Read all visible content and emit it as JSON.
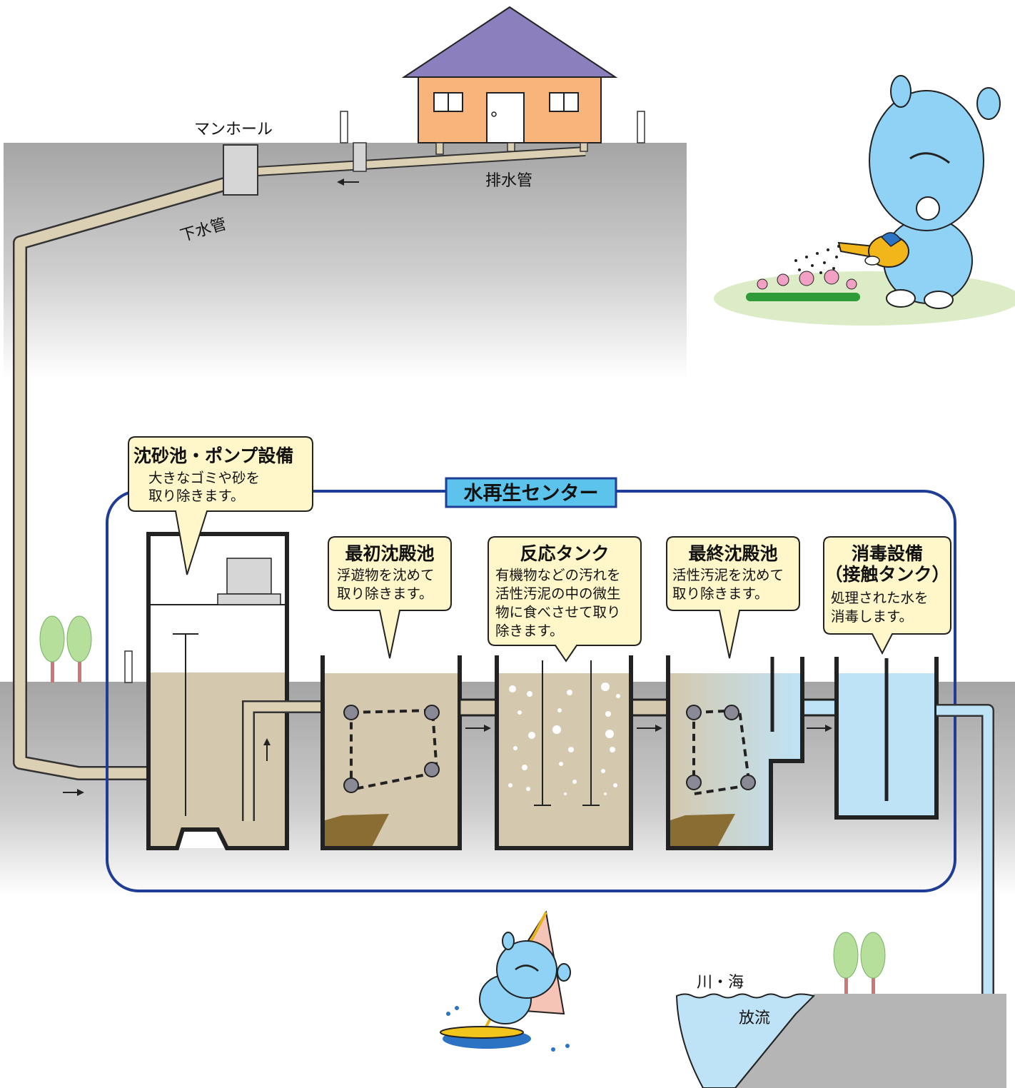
{
  "labels": {
    "manhole": "マンホール",
    "drain_pipe": "排水管",
    "sewer_pipe": "下水管",
    "river_sea": "川・海",
    "discharge": "放流"
  },
  "center": {
    "title": "水再生センター"
  },
  "callouts": {
    "grit": {
      "title": "沈砂池・ポンプ設備",
      "line1": "大きなゴミや砂を",
      "line2": "取り除きます。"
    },
    "primary": {
      "title": "最初沈殿池",
      "line1": "浮遊物を沈めて",
      "line2": "取り除きます。"
    },
    "reaction": {
      "title": "反応タンク",
      "line1": "有機物などの汚れを",
      "line2": "活性汚泥の中の微生",
      "line3": "物に食べさせて取り",
      "line4": "除きます。"
    },
    "final": {
      "title": "最終沈殿池",
      "line1": "活性汚泥を沈めて",
      "line2": "取り除きます。"
    },
    "disinfect": {
      "title": "消毒設備",
      "title2": "（接触タンク）",
      "line1": "処理された水を",
      "line2": "消毒します。"
    }
  },
  "colors": {
    "roof": "#8b80bd",
    "house_wall": "#f9b47c",
    "pipe": "#dbd0b4",
    "sewage": "#d4c8ae",
    "sludge": "#8a6d32",
    "clean_water": "#bfe3f6",
    "center_border": "#1f3d95",
    "center_title_bg": "#5bc3ec",
    "callout_bg": "#fff7c9",
    "hippo": "#8fd2f5",
    "tree": "#b5df9a"
  }
}
